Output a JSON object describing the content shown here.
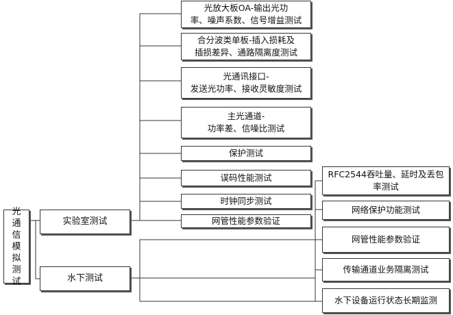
{
  "root": {
    "label": "光通信模拟测试"
  },
  "branches": [
    {
      "label": "实验室测试"
    },
    {
      "label": "水下测试"
    }
  ],
  "lab_tests": [
    {
      "line1": "光放大板OA-输出光功",
      "line2": "率、噪声系数、信号增益测试"
    },
    {
      "line1": "合分波类单板-插入损耗及",
      "line2": "插损差异、通路隔离度测试"
    },
    {
      "line1": "光通讯接口-",
      "line2": "发送光功率、接收灵敏度测试"
    },
    {
      "line1": "主光通道-",
      "line2": "功率差、信噪比测试"
    },
    {
      "line1": "保护测试",
      "line2": ""
    },
    {
      "line1": "误码性能测试",
      "line2": ""
    },
    {
      "line1": "时钟同步测试",
      "line2": ""
    },
    {
      "line1": "网管性能参数验证",
      "line2": ""
    }
  ],
  "underwater_tests": [
    {
      "line1": "RFC2544吞吐量、延时及丢包",
      "line2": "率测试"
    },
    {
      "line1": "网络保护功能测试",
      "line2": ""
    },
    {
      "line1": "网管性能参数验证",
      "line2": ""
    },
    {
      "line1": "传输通道业务隔离测试",
      "line2": ""
    },
    {
      "line1": "水下设备运行状态长期监测",
      "line2": ""
    }
  ]
}
